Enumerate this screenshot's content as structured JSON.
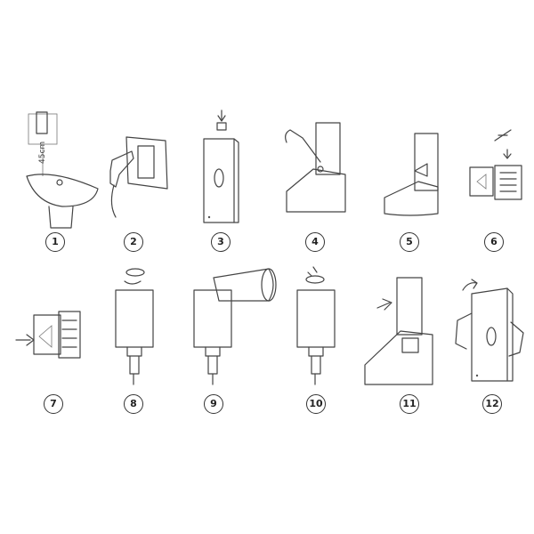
{
  "title": "Soap dispenser installation steps",
  "measurement_label": "45cm",
  "steps": [
    {
      "label": "1",
      "icon": "wall-plate-above-sink"
    },
    {
      "label": "2",
      "icon": "drill-wall-plate"
    },
    {
      "label": "3",
      "icon": "mount-dispenser"
    },
    {
      "label": "4",
      "icon": "screwdriver-open"
    },
    {
      "label": "5",
      "icon": "open-cover"
    },
    {
      "label": "6",
      "icon": "insert-batteries"
    },
    {
      "label": "7",
      "icon": "battery-box-insert"
    },
    {
      "label": "8",
      "icon": "remove-cap"
    },
    {
      "label": "9",
      "icon": "fill-bottle"
    },
    {
      "label": "10",
      "icon": "close-cap"
    },
    {
      "label": "11",
      "icon": "insert-bottle"
    },
    {
      "label": "12",
      "icon": "close-cover"
    }
  ]
}
